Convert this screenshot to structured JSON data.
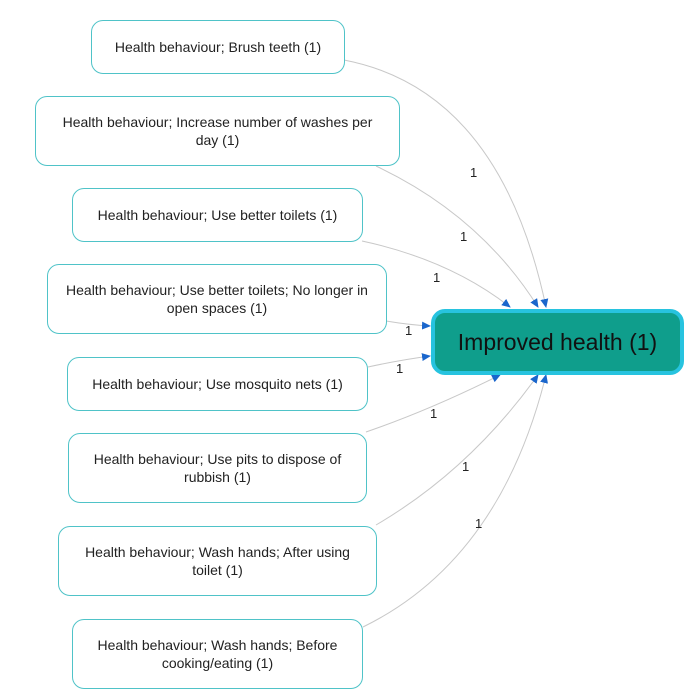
{
  "target": {
    "label": "Improved health (1)"
  },
  "sources": [
    {
      "label": "Health behaviour; Brush teeth (1)",
      "weight": "1"
    },
    {
      "label": "Health behaviour; Increase number of washes per day (1)",
      "weight": "1"
    },
    {
      "label": "Health behaviour; Use better toilets (1)",
      "weight": "1"
    },
    {
      "label": "Health behaviour; Use better toilets; No longer in open spaces (1)",
      "weight": "1"
    },
    {
      "label": "Health behaviour; Use mosquito nets (1)",
      "weight": "1"
    },
    {
      "label": "Health behaviour; Use pits to dispose of rubbish (1)",
      "weight": "1"
    },
    {
      "label": "Health behaviour; Wash hands; After using toilet (1)",
      "weight": "1"
    },
    {
      "label": "Health behaviour; Wash hands; Before cooking/eating (1)",
      "weight": "1"
    }
  ],
  "colors": {
    "node_border": "#4fc3c8",
    "target_fill": "#0f9e8c",
    "target_border": "#27c3df",
    "edge": "#c8c8c8",
    "arrow": "#1a66cc"
  }
}
